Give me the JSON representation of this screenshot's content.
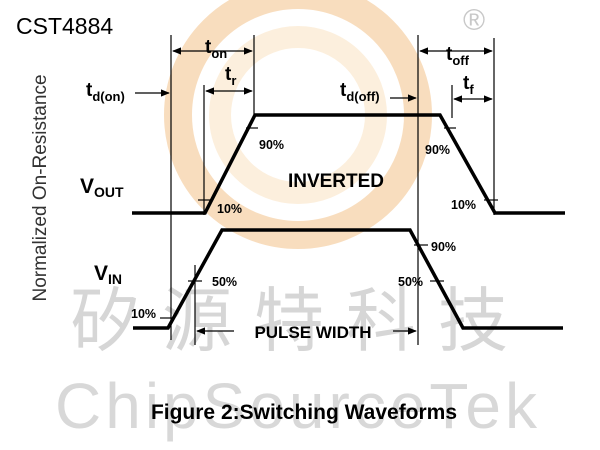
{
  "part_number": "CST4884",
  "trademark": "®",
  "vertical_label": "Normalized On-Resistance",
  "signals": {
    "vout": {
      "main": "V",
      "sub": "OUT"
    },
    "vin": {
      "main": "V",
      "sub": "IN"
    }
  },
  "timing_labels": {
    "t_on": {
      "main": "t",
      "sub": "on"
    },
    "t_r": {
      "main": "t",
      "sub": "r"
    },
    "t_d_on": {
      "main": "t",
      "sub": "d(on)"
    },
    "t_d_off": {
      "main": "t",
      "sub": "d(off)"
    },
    "t_off": {
      "main": "t",
      "sub": "off"
    },
    "t_f": {
      "main": "t",
      "sub": "f"
    }
  },
  "waveform_levels": {
    "vout_rise_90": "90%",
    "vout_rise_10": "10%",
    "vout_fall_90": "90%",
    "vout_fall_10": "10%",
    "vin_rise_50": "50%",
    "vin_rise_10": "10%",
    "vin_fall_90": "90%",
    "vin_fall_50": "50%"
  },
  "inverted_label": "INVERTED",
  "pulse_width_label": "PULSE WIDTH",
  "caption": "Figure 2:Switching Waveforms",
  "watermark": {
    "chinese": "矽源特科技",
    "english": "ChipSourceTek",
    "colors": {
      "logo_outer": "#f3c28a",
      "logo_inner": "#fbe3c2",
      "text": "#cfcfcf"
    }
  }
}
